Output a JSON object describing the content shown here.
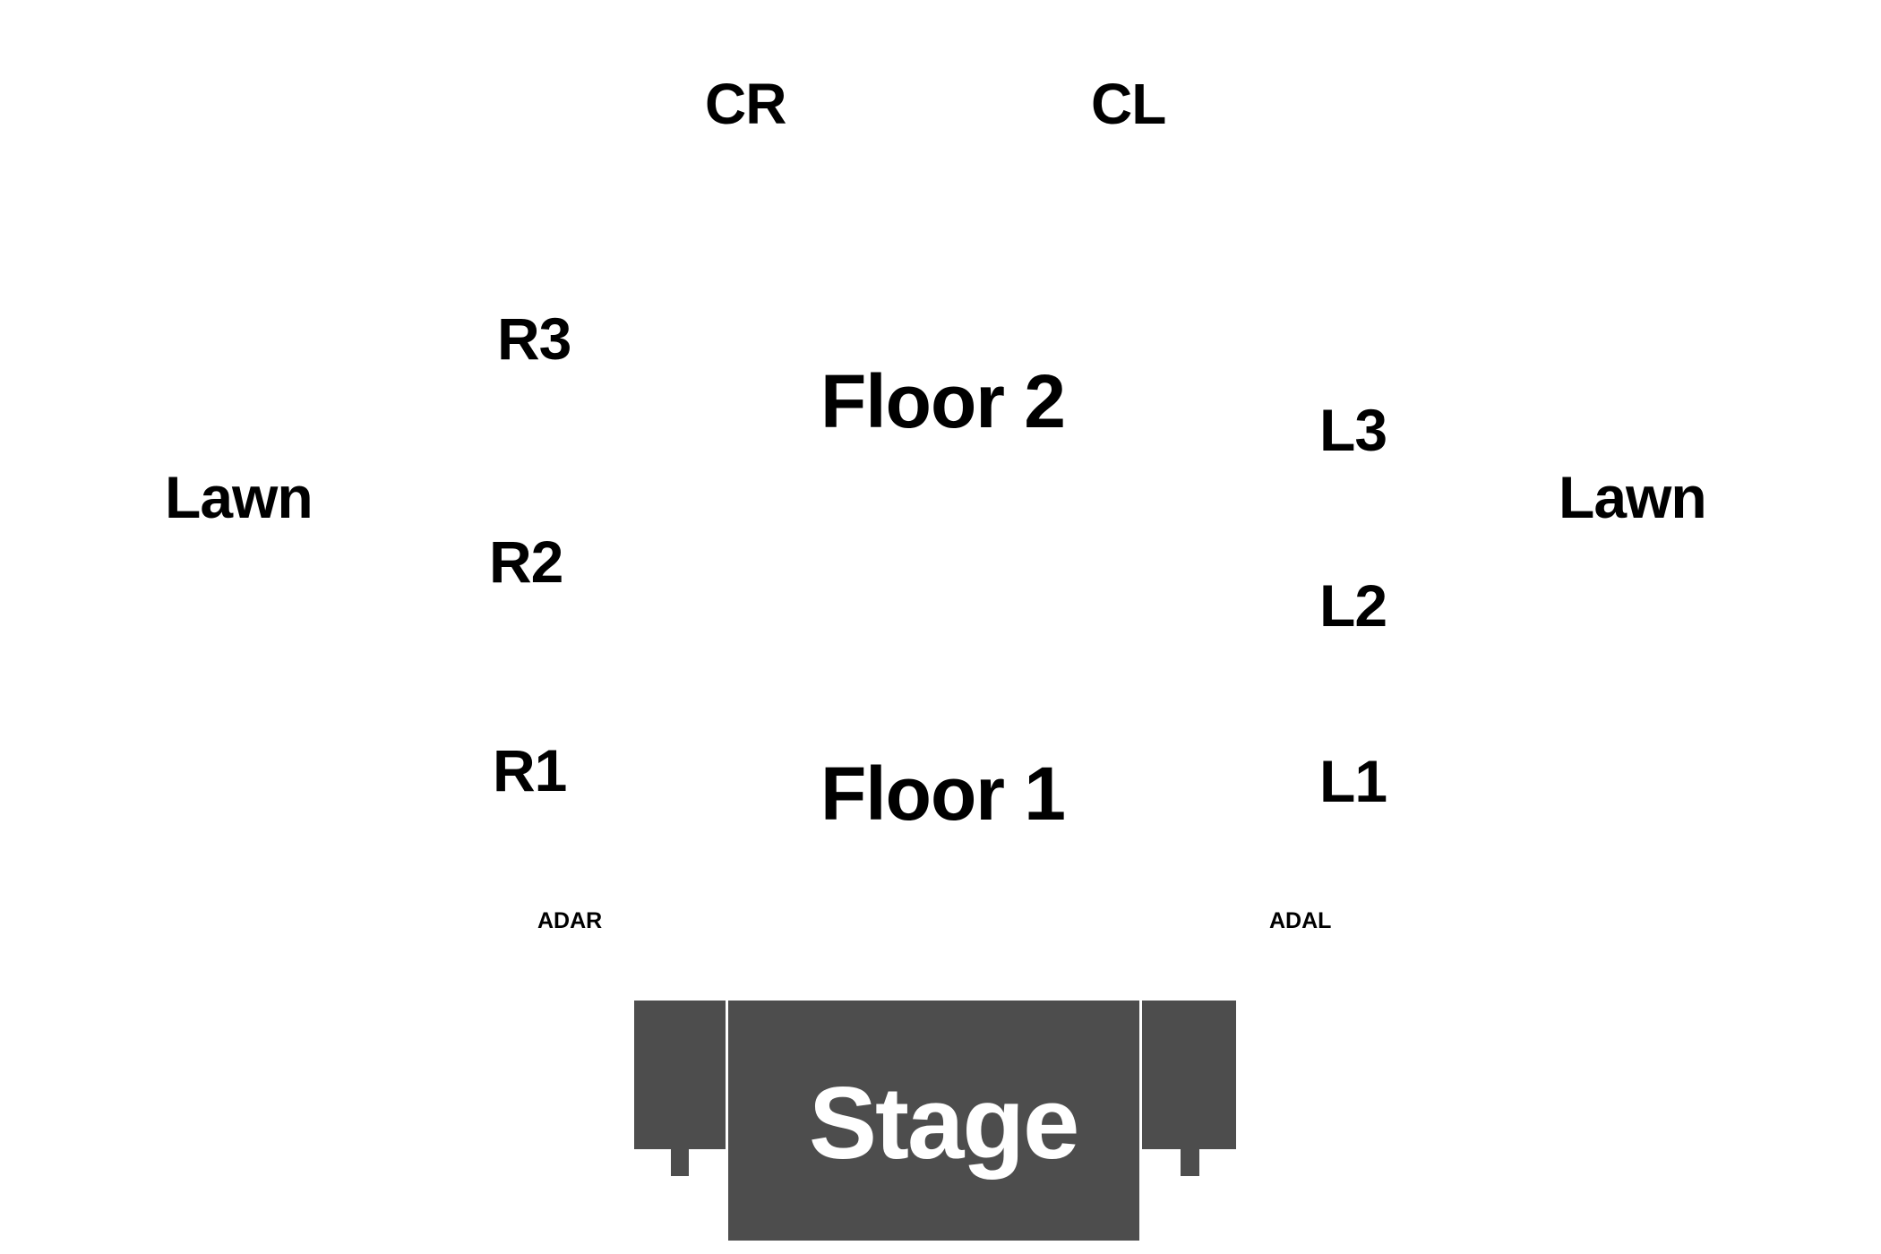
{
  "map": {
    "title": "Venue seating map",
    "stage": {
      "label": "Stage",
      "color": "#4d4d4d",
      "label_color": "#ffffff"
    },
    "sections": {
      "cr": "CR",
      "cl": "CL",
      "r3": "R3",
      "r2": "R2",
      "r1": "R1",
      "l3": "L3",
      "l2": "L2",
      "l1": "L1",
      "lawn_left": "Lawn",
      "lawn_right": "Lawn",
      "floor2": "Floor 2",
      "floor1": "Floor 1",
      "adar": "ADAR",
      "adal": "ADAL"
    }
  }
}
